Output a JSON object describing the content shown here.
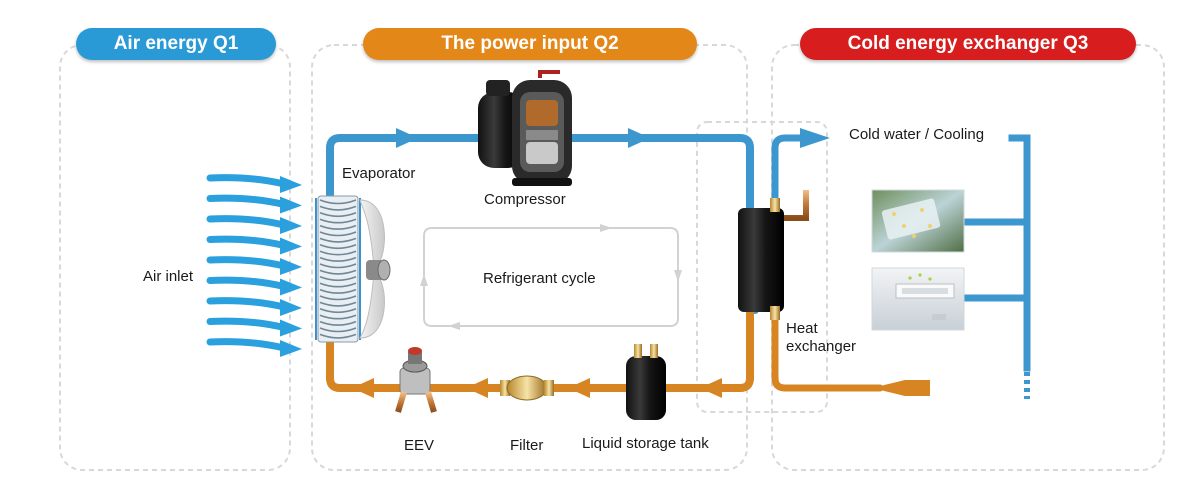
{
  "sections": {
    "q1": {
      "title": "Air energy Q1",
      "color": "#2a9ad6"
    },
    "q2": {
      "title": "The power input Q2",
      "color": "#e38718"
    },
    "q3": {
      "title": "Cold energy exchanger Q3",
      "color": "#d71d1d"
    }
  },
  "labels": {
    "evaporator": "Evaporator",
    "compressor": "Compressor",
    "air_inlet": "Air inlet",
    "refrigerant_cycle": "Refrigerant cycle",
    "cold_water": "Cold water / Cooling",
    "heat_exchanger_line1": "Heat",
    "heat_exchanger_line2": "exchanger",
    "eev": "EEV",
    "filter": "Filter",
    "liquid_tank": "Liquid storage tank"
  },
  "colors": {
    "cold_pipe": "#3c97cf",
    "warm_pipe": "#d78423",
    "air_arrow": "#2aa0de",
    "dashed_border": "#d8d8d8"
  }
}
